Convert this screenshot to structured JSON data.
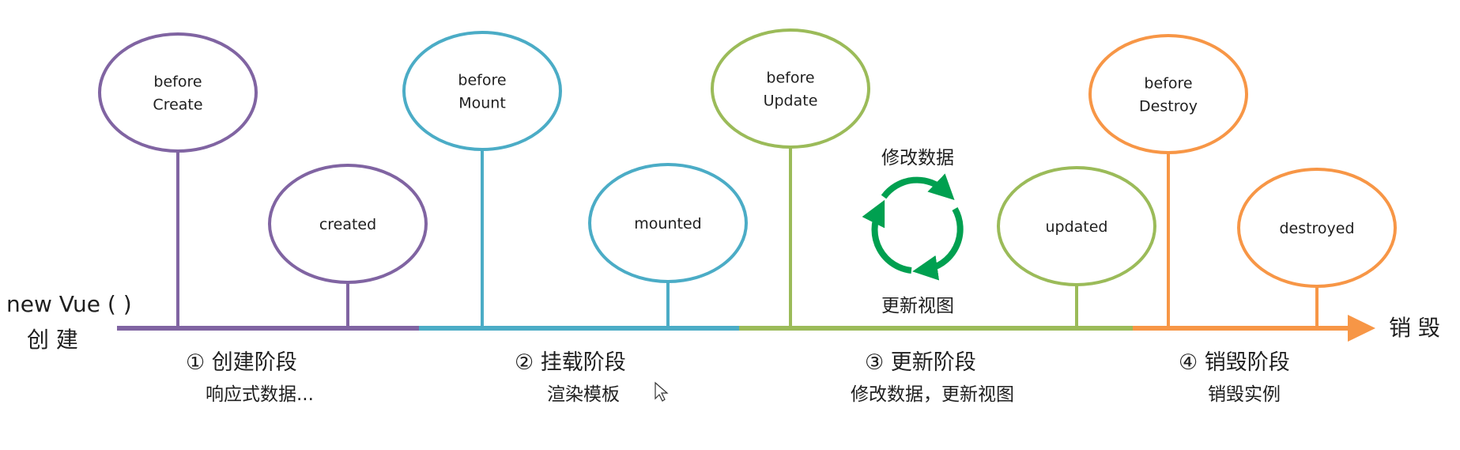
{
  "start": {
    "line1": "new Vue ( )",
    "line2": "创  建"
  },
  "end": {
    "label": "销  毁"
  },
  "colors": {
    "create": "#8064a2",
    "mount": "#4bacc6",
    "update": "#9bbb59",
    "destroy": "#f79646",
    "cycle": "#00a050",
    "text": "#1f1f1f"
  },
  "hooks": [
    {
      "id": "beforeCreate",
      "lines": [
        "before",
        "Create"
      ],
      "phase": "create"
    },
    {
      "id": "created",
      "lines": [
        "created"
      ],
      "phase": "create"
    },
    {
      "id": "beforeMount",
      "lines": [
        "before",
        "Mount"
      ],
      "phase": "mount"
    },
    {
      "id": "mounted",
      "lines": [
        "mounted"
      ],
      "phase": "mount"
    },
    {
      "id": "beforeUpdate",
      "lines": [
        "before",
        "Update"
      ],
      "phase": "update"
    },
    {
      "id": "updated",
      "lines": [
        "updated"
      ],
      "phase": "update"
    },
    {
      "id": "beforeDestroy",
      "lines": [
        "before",
        "Destroy"
      ],
      "phase": "destroy"
    },
    {
      "id": "destroyed",
      "lines": [
        "destroyed"
      ],
      "phase": "destroy"
    }
  ],
  "phases": [
    {
      "key": "create",
      "title": "① 创建阶段",
      "subtitle": "响应式数据..."
    },
    {
      "key": "mount",
      "title": "② 挂载阶段",
      "subtitle": "渲染模板"
    },
    {
      "key": "update",
      "title": "③ 更新阶段",
      "subtitle": "修改数据，更新视图"
    },
    {
      "key": "destroy",
      "title": "④ 销毁阶段",
      "subtitle": "销毁实例"
    }
  ],
  "cycle": {
    "top_label": "修改数据",
    "bottom_label": "更新视图"
  }
}
